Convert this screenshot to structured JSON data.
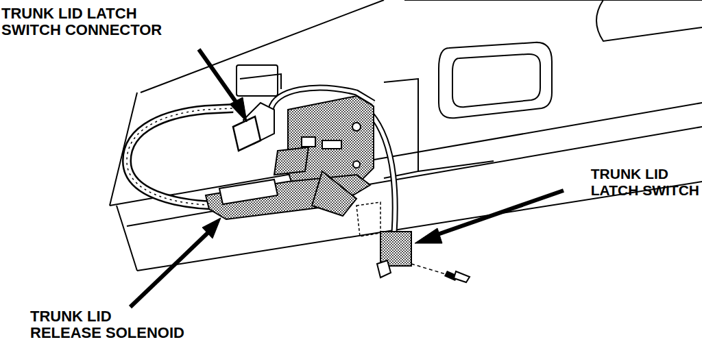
{
  "diagram": {
    "labels": [
      "TRUNK LID LATCH SWITCH CONNECTOR",
      "TRUNK LID LATCH SWITCH",
      "TRUNK LID RELEASE SOLENOID"
    ]
  }
}
